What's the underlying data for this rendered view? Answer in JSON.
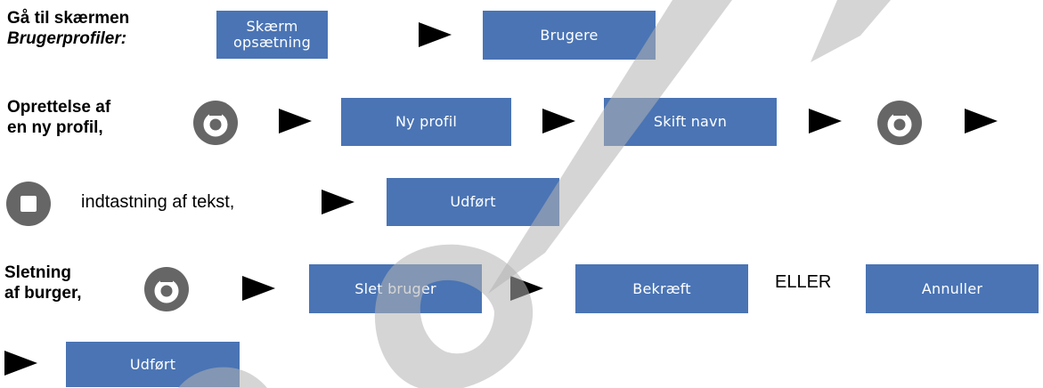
{
  "goto": {
    "label_line1": "Gå til skærmen",
    "label_line2": "Brugerprofiler:",
    "btn_screen_setup": "Skærm\nopsætning",
    "btn_users": "Brugere"
  },
  "create": {
    "label_line1": "Oprettelse af",
    "label_line2": "en ny profil,",
    "btn_new_profile": "Ny profil",
    "btn_rename": "Skift navn"
  },
  "text_entry": {
    "text": "indtastning af tekst,",
    "btn_done": "Udført"
  },
  "delete": {
    "label_line1": "Sletning",
    "label_line2": "af burger,",
    "btn_delete_user": "Slet bruger",
    "btn_confirm": "Bekræft",
    "or_text": "ELLER",
    "btn_cancel": "Annuller"
  },
  "final": {
    "btn_done": "Udført"
  },
  "colors": {
    "button_bg": "#4a74b4",
    "button_text": "#ffffff",
    "icon_gray": "#666666",
    "watermark": "#b3b3b3"
  },
  "icons": [
    "rotate-knob-icon",
    "stop-button-icon",
    "arrow-right-icon"
  ]
}
